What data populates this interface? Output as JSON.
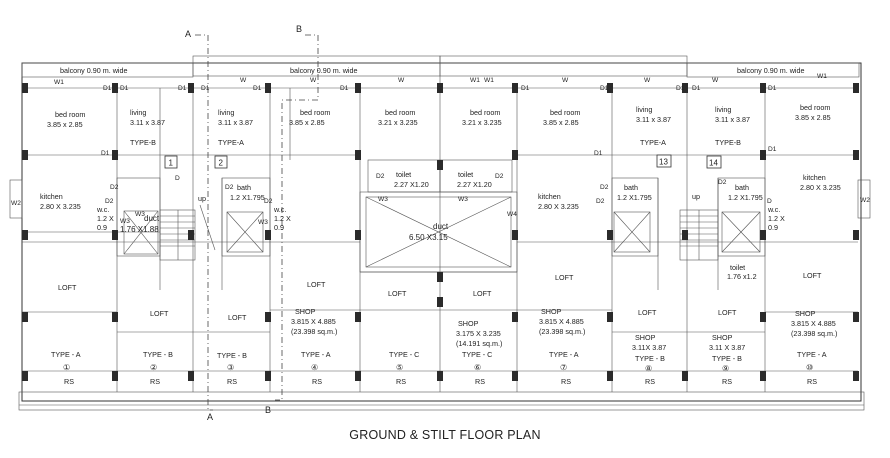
{
  "title": "GROUND  &  STILT FLOOR PLAN",
  "section_marks": {
    "a": "A",
    "b": "B"
  },
  "balconies": [
    "balcony 0.90 m. wide",
    "balcony 0.90 m. wide",
    "balcony 0.90 m. wide"
  ],
  "window_tags": [
    "W1",
    "W",
    "W",
    "W",
    "W1",
    "W1",
    "W",
    "W",
    "W",
    "W1",
    "W2",
    "W2",
    "W3",
    "W3",
    "W3",
    "W3",
    "W3",
    "W4"
  ],
  "door_tags": [
    "D1",
    "D1",
    "D1",
    "D1",
    "D1",
    "D1",
    "D1",
    "D1",
    "D1",
    "D1",
    "D1",
    "D1",
    "D1",
    "D1",
    "D2",
    "D2",
    "D2",
    "D2",
    "D2",
    "D2",
    "D2",
    "D2",
    "D2",
    "D"
  ],
  "rooms": [
    {
      "name": "bed room",
      "size": "3.85 x 2.85"
    },
    {
      "name": "living",
      "size": "3.11 x 3.87",
      "type": "TYPE-B"
    },
    {
      "name": "living",
      "size": "3.11 x 3.87",
      "type": "TYPE-A"
    },
    {
      "name": "bed room",
      "size": "3.85 x 2.85"
    },
    {
      "name": "bed room",
      "size": "3.21 x 3.235"
    },
    {
      "name": "bed room",
      "size": "3.21 x 3.235"
    },
    {
      "name": "bed room",
      "size": "3.85 x 2.85"
    },
    {
      "name": "living",
      "size": "3.11 x 3.87",
      "type": "TYPE-A"
    },
    {
      "name": "living",
      "size": "3.11 x 3.87",
      "type": "TYPE-B"
    },
    {
      "name": "bed room",
      "size": "3.85 x 2.85"
    }
  ],
  "kitchens": [
    {
      "name": "kitchen",
      "size": "2.80 X 3.235"
    },
    {
      "name": "kitchen",
      "size": "2.80 X 3.235"
    },
    {
      "name": "kitchen",
      "size": "2.80 X 3.235"
    }
  ],
  "toilets": [
    {
      "name": "toilet",
      "size": "2.27 X1.20"
    },
    {
      "name": "toilet",
      "size": "2.27 X1.20"
    },
    {
      "name": "toilet",
      "size": "1.76 x1.2"
    }
  ],
  "baths": [
    {
      "name": "bath",
      "size": "1.2 X1.795"
    },
    {
      "name": "bath",
      "size": "1.2 X1.795"
    },
    {
      "name": "bath",
      "size": "1.2 X1.795"
    }
  ],
  "wcs": [
    {
      "name": "w.c.",
      "size_a": "1.2 X",
      "size_b": "0.9"
    },
    {
      "name": "w.c.",
      "size_a": "1.2 X",
      "size_b": "0.9"
    },
    {
      "name": "w.c.",
      "size_a": "1.2 X",
      "size_b": "0.9"
    }
  ],
  "ducts": [
    {
      "name": "duct",
      "size": "1.76 X1.88"
    },
    {
      "name": "duct",
      "size": "6.50 X3.15"
    }
  ],
  "stairs": [
    "up",
    "up"
  ],
  "unit_numbers": [
    "1",
    "2",
    "13",
    "14"
  ],
  "lofts": [
    "LOFT",
    "LOFT",
    "LOFT",
    "LOFT",
    "LOFT",
    "LOFT",
    "LOFT",
    "LOFT",
    "LOFT"
  ],
  "shops": [
    {
      "name": "SHOP",
      "size": "3.815 X 4.885",
      "area": "(23.398 sq.m.)"
    },
    {
      "name": "SHOP",
      "size": "3.175 X 3.235",
      "area": "(14.191 sq.m.)"
    },
    {
      "name": "SHOP",
      "size": "3.815 X 4.885",
      "area": "(23.398 sq.m.)"
    },
    {
      "name": "SHOP",
      "size": "3.11X 3.87",
      "area": ""
    },
    {
      "name": "SHOP",
      "size": "3.11 X 3.87",
      "area": ""
    },
    {
      "name": "SHOP",
      "size": "3.815 X 4.885",
      "area": "(23.398 sq.m.)"
    }
  ],
  "shop_units": [
    {
      "type": "TYPE - A",
      "num": "①",
      "rs": "RS"
    },
    {
      "type": "TYPE - B",
      "num": "②",
      "rs": "RS"
    },
    {
      "type": "TYPE - B",
      "num": "③",
      "rs": "RS"
    },
    {
      "type": "TYPE - A",
      "num": "④",
      "rs": "RS"
    },
    {
      "type": "TYPE - C",
      "num": "⑤",
      "rs": "RS"
    },
    {
      "type": "TYPE - C",
      "num": "⑥",
      "rs": "RS"
    },
    {
      "type": "TYPE - A",
      "num": "⑦",
      "rs": "RS"
    },
    {
      "type": "TYPE - B",
      "num": "⑧",
      "rs": "RS"
    },
    {
      "type": "TYPE - B",
      "num": "⑨",
      "rs": "RS"
    },
    {
      "type": "TYPE - A",
      "num": "⑩",
      "rs": "RS"
    }
  ]
}
